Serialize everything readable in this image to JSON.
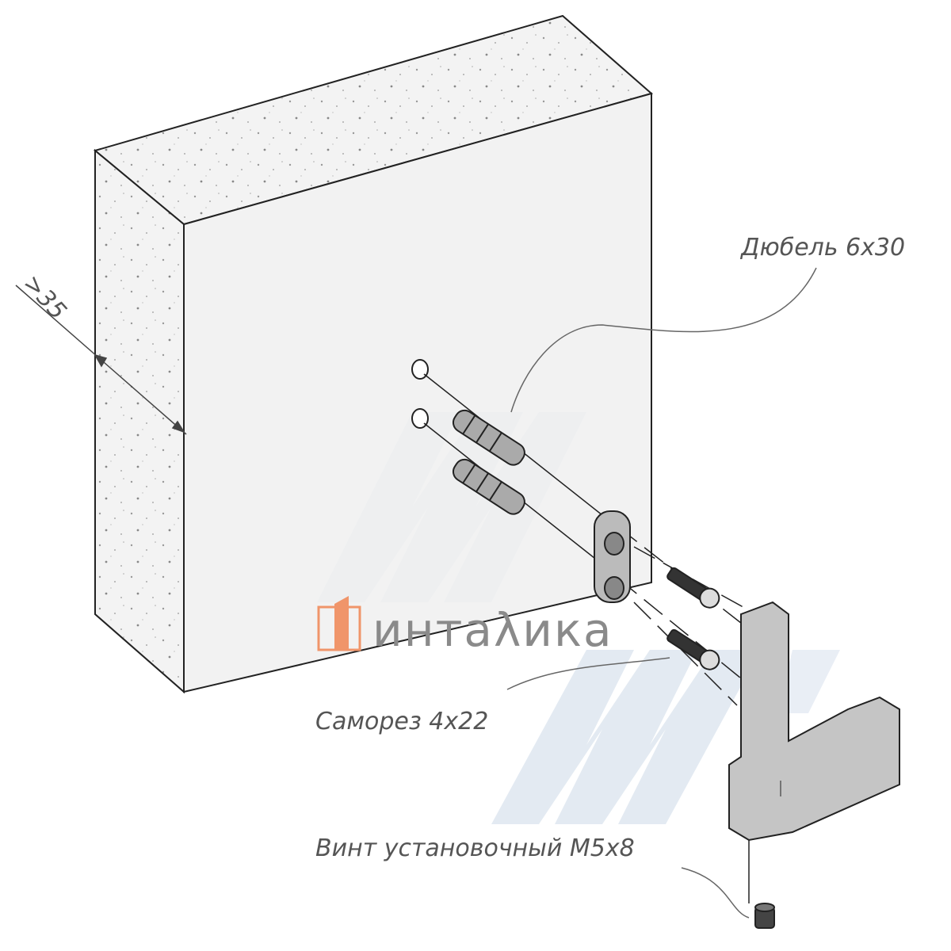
{
  "labels": {
    "dowel": "Дюбель 6x30",
    "screw": "Саморез 4x22",
    "set_screw": "Винт установочный M5x8",
    "min_thickness": ">35"
  },
  "logo": {
    "text": "интаλика",
    "color": "#f0956a"
  },
  "colors": {
    "watermark": "#dde6f0",
    "part": "#c3c3c3",
    "wall": "#f0f0f0"
  }
}
